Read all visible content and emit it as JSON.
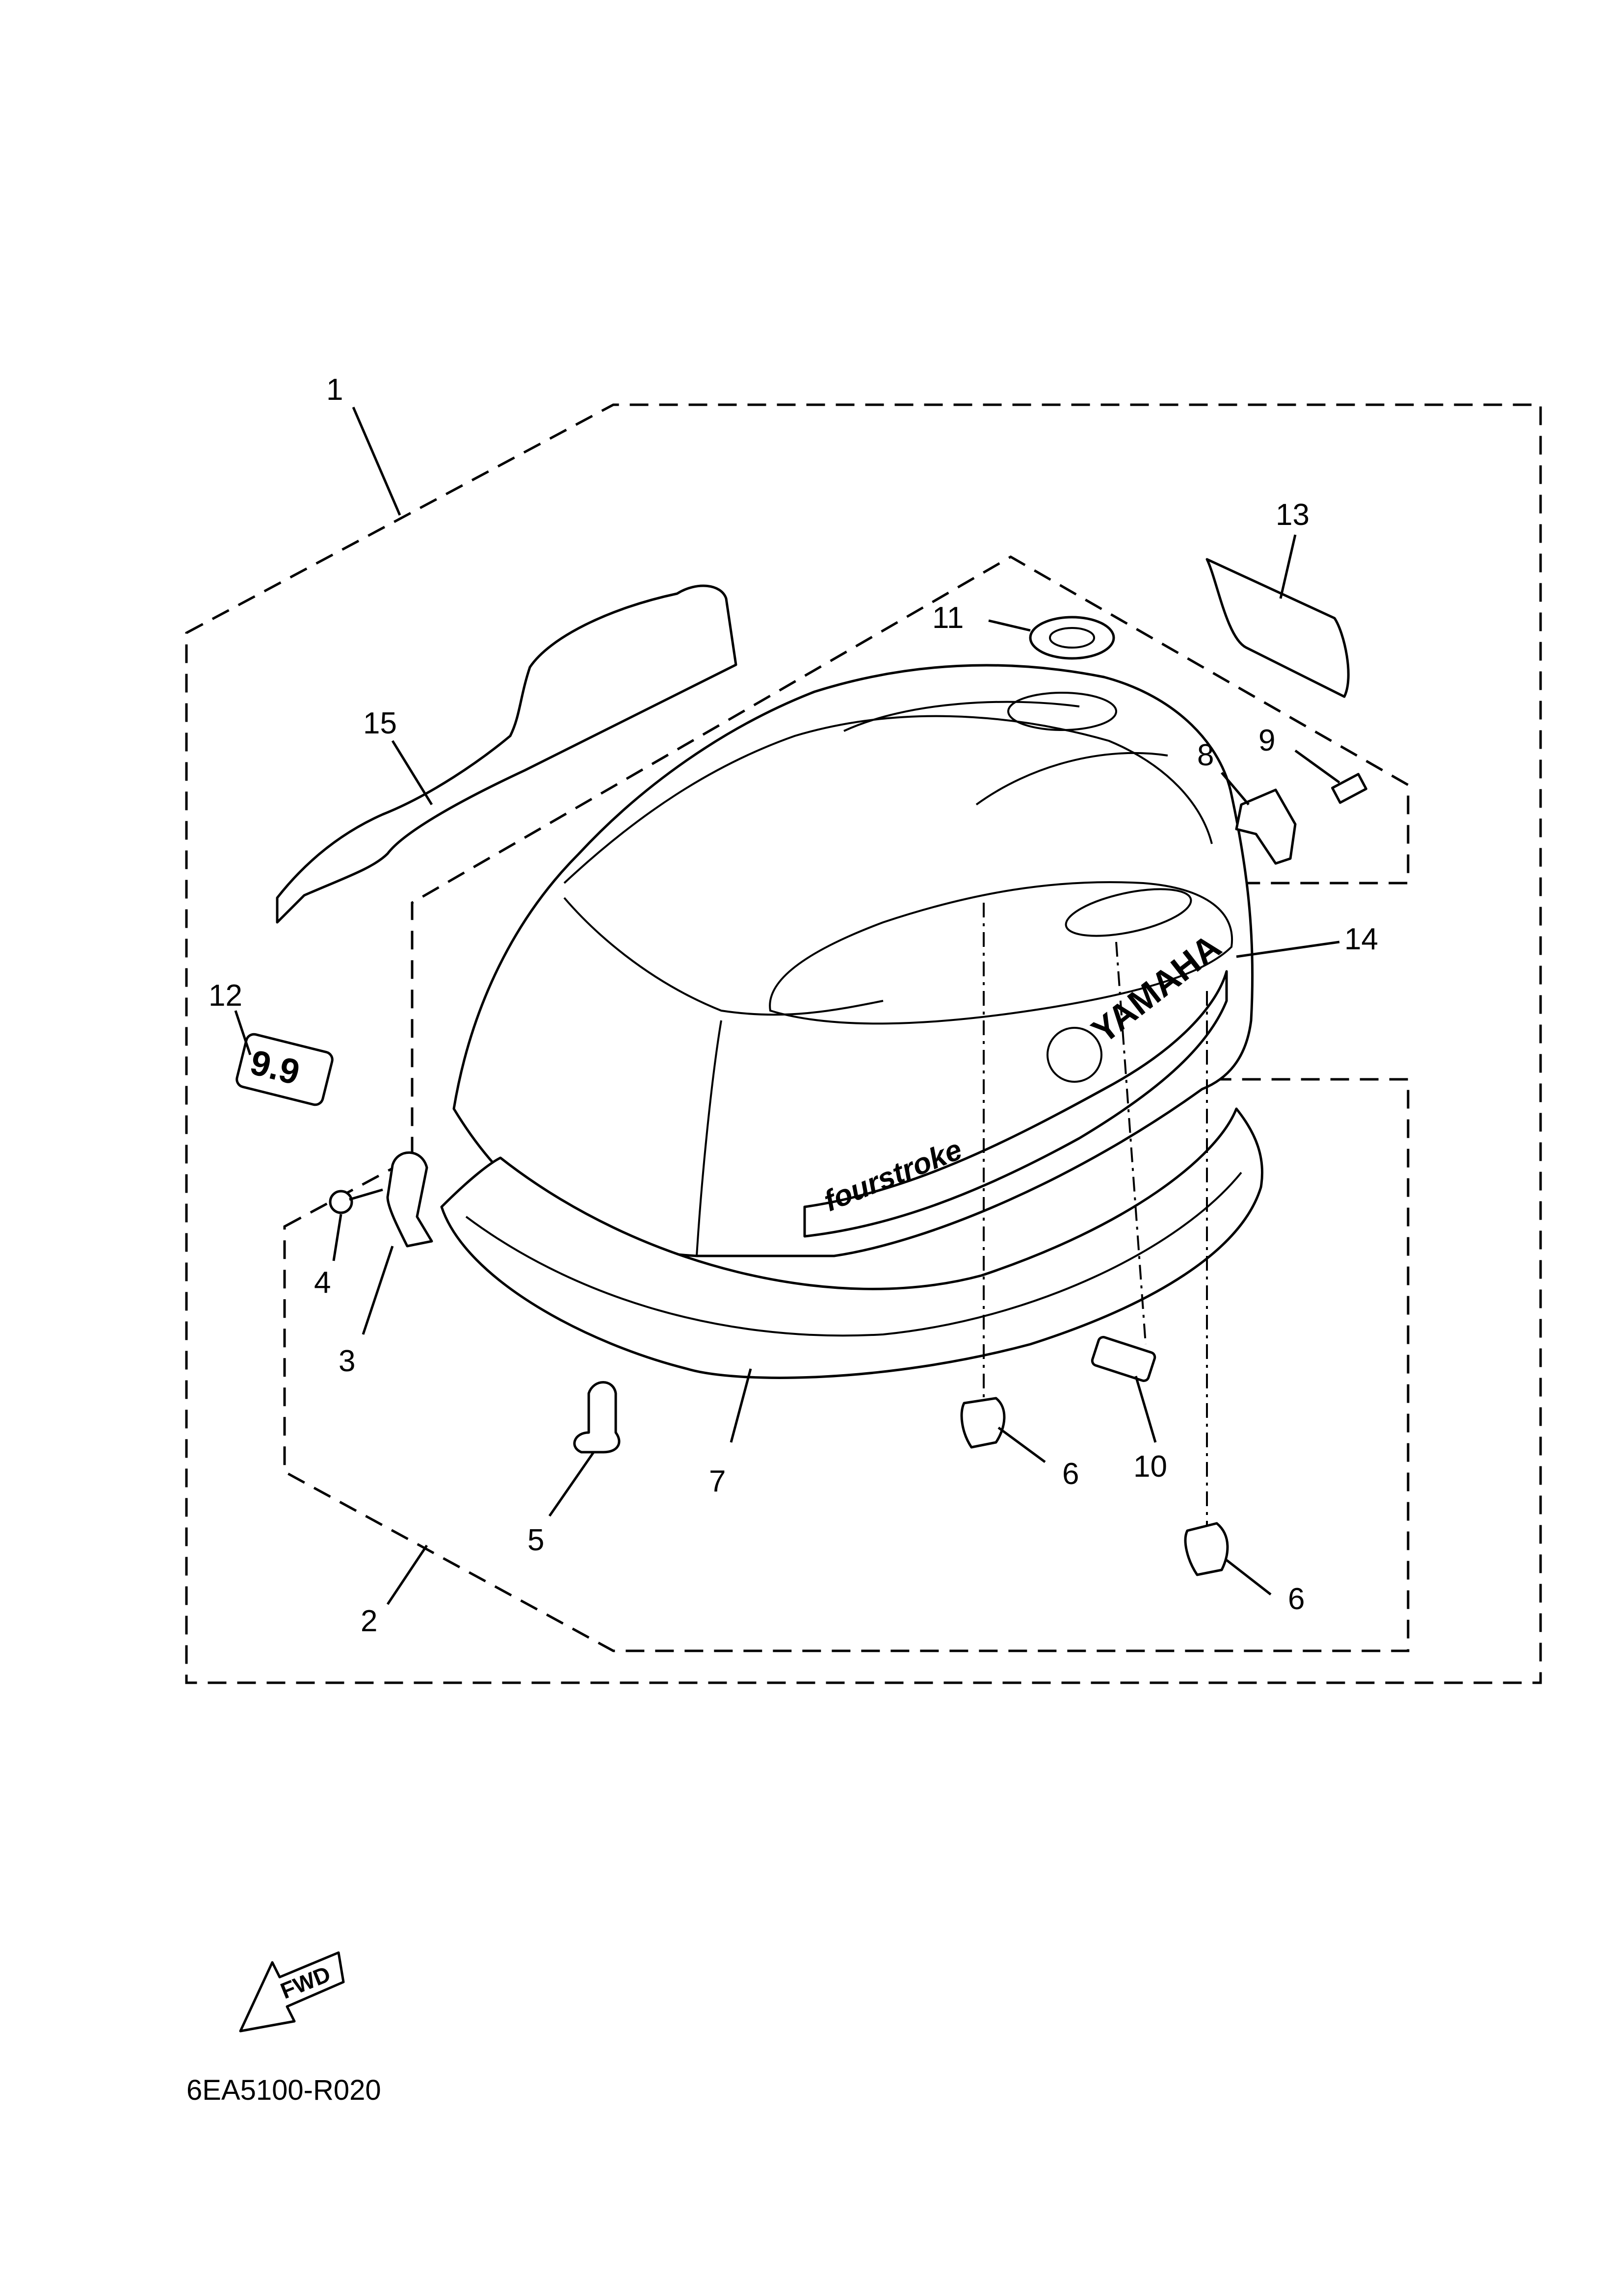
{
  "diagram": {
    "callouts": [
      "1",
      "2",
      "3",
      "4",
      "5",
      "6",
      "6",
      "7",
      "8",
      "9",
      "10",
      "11",
      "12",
      "13",
      "14",
      "15"
    ],
    "part_code": "6EA5100-R020",
    "fwd_label": "FWD",
    "brand_text": "YAMAHA",
    "series_text": "fourstroke",
    "model_badge": "9.9"
  }
}
